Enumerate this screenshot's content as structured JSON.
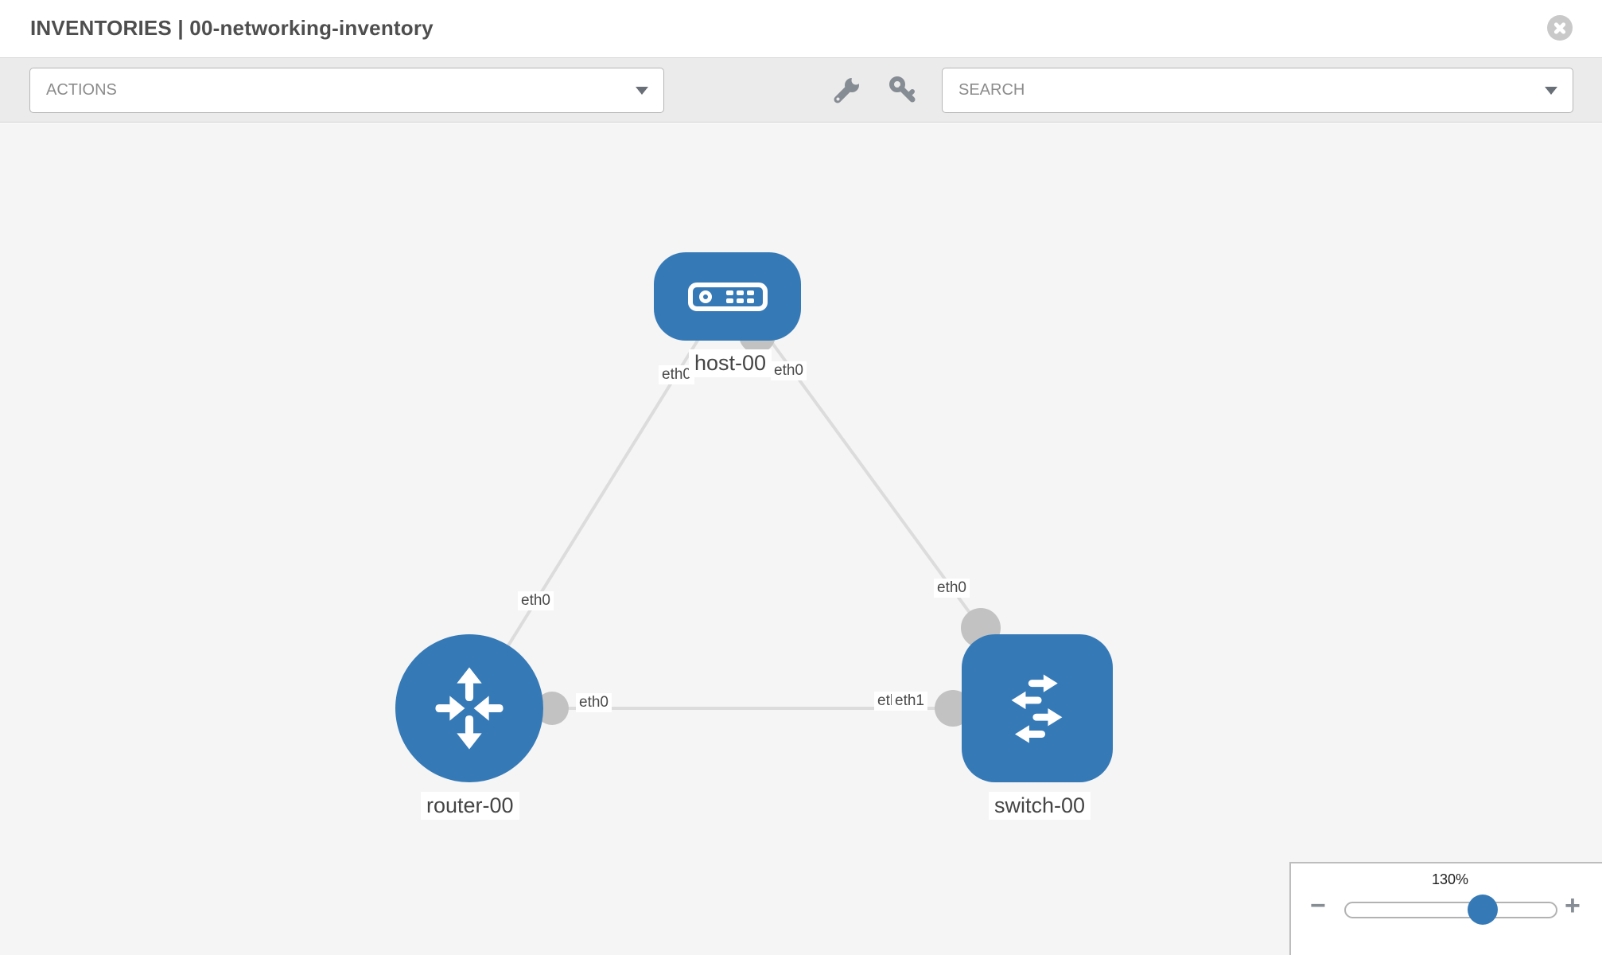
{
  "header": {
    "title": "INVENTORIES | 00-networking-inventory",
    "close_icon": "circle-x-icon"
  },
  "toolbar": {
    "actions_placeholder": "ACTIONS",
    "search_placeholder": "SEARCH",
    "tool_icons": [
      "wrench-icon",
      "key-icon"
    ]
  },
  "graph": {
    "nodes": [
      {
        "id": "host-00",
        "label": "host-00",
        "type": "host",
        "icon": "host-icon"
      },
      {
        "id": "router-00",
        "label": "router-00",
        "type": "router",
        "icon": "router-icon"
      },
      {
        "id": "switch-00",
        "label": "switch-00",
        "type": "switch",
        "icon": "switch-icon"
      }
    ],
    "links": [
      {
        "from": "host-00",
        "from_if": "eth0",
        "to": "router-00",
        "to_if": "eth0"
      },
      {
        "from": "host-00",
        "from_if": "eth0",
        "to": "switch-00",
        "to_if": "eth0"
      },
      {
        "from": "router-00",
        "from_if": "eth0",
        "to": "switch-00",
        "to_if": "eth1"
      }
    ],
    "labels": {
      "l1_host": "eth0",
      "l1_router": "eth0",
      "l2_host": "eth0",
      "l2_switch": "eth0",
      "l3_router": "eth0",
      "l3_switch_under": "eth0",
      "l3_switch_over": "eth1"
    }
  },
  "zoom_control": {
    "level": "130%",
    "minus_glyph": "−",
    "plus_glyph": "+"
  },
  "colors": {
    "node_blue": "#357ab7",
    "link_gray": "#dcdcdc",
    "connector_gray": "#c2c2c2",
    "toolbar_gray": "#ebebeb",
    "canvas_gray": "#f5f5f5",
    "slider_thumb_blue": "#357ab7"
  }
}
